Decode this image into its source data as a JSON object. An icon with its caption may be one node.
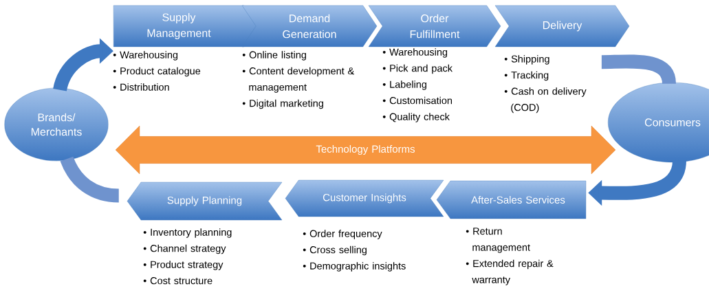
{
  "diagram": {
    "nodes": [
      {
        "text": [
          "Brands/ Merchants"
        ]
      },
      {
        "text": [
          "Supply Management"
        ],
        "beside": [
          "• Warehousing",
          "• Product catalogue",
          "• Distribution"
        ]
      },
      {
        "text": [
          "Demand Generation"
        ],
        "beside": [
          "• Online listing",
          "• Content development & management",
          "• Digital marketing"
        ]
      },
      {
        "text": [
          "Order Fulfillment"
        ],
        "beside": [
          "• Warehousing",
          "• Pick and pack",
          "• Labeling",
          "• Customisation",
          "• Quality check"
        ]
      },
      {
        "text": [
          "Delivery"
        ],
        "beside": [
          "• Shipping",
          "• Tracking",
          "• Cash on delivery (COD)"
        ]
      },
      {
        "text": [
          "Consumers"
        ]
      },
      {
        "text": [
          "Technology Platforms"
        ]
      },
      {
        "text": [
          "After-Sales Services"
        ],
        "beside": [
          "• Return management",
          "• Extended repair & warranty"
        ]
      },
      {
        "text": [
          "Customer Insights"
        ],
        "beside": [
          "• Order frequency",
          "• Cross selling",
          "• Demographic insights"
        ]
      },
      {
        "text": [
          "Supply Planning"
        ],
        "beside": [
          "• Inventory  planning",
          "• Channel strategy",
          "• Product strategy",
          "• Cost structure"
        ]
      }
    ],
    "edges": [
      {
        "from": 9,
        "to": 0,
        "arrow": "none"
      },
      {
        "from": 0,
        "to": 1,
        "arrow": "to"
      },
      {
        "from": 4,
        "to": 5,
        "arrow": "none"
      },
      {
        "from": 5,
        "to": 7,
        "arrow": "to"
      }
    ]
  }
}
